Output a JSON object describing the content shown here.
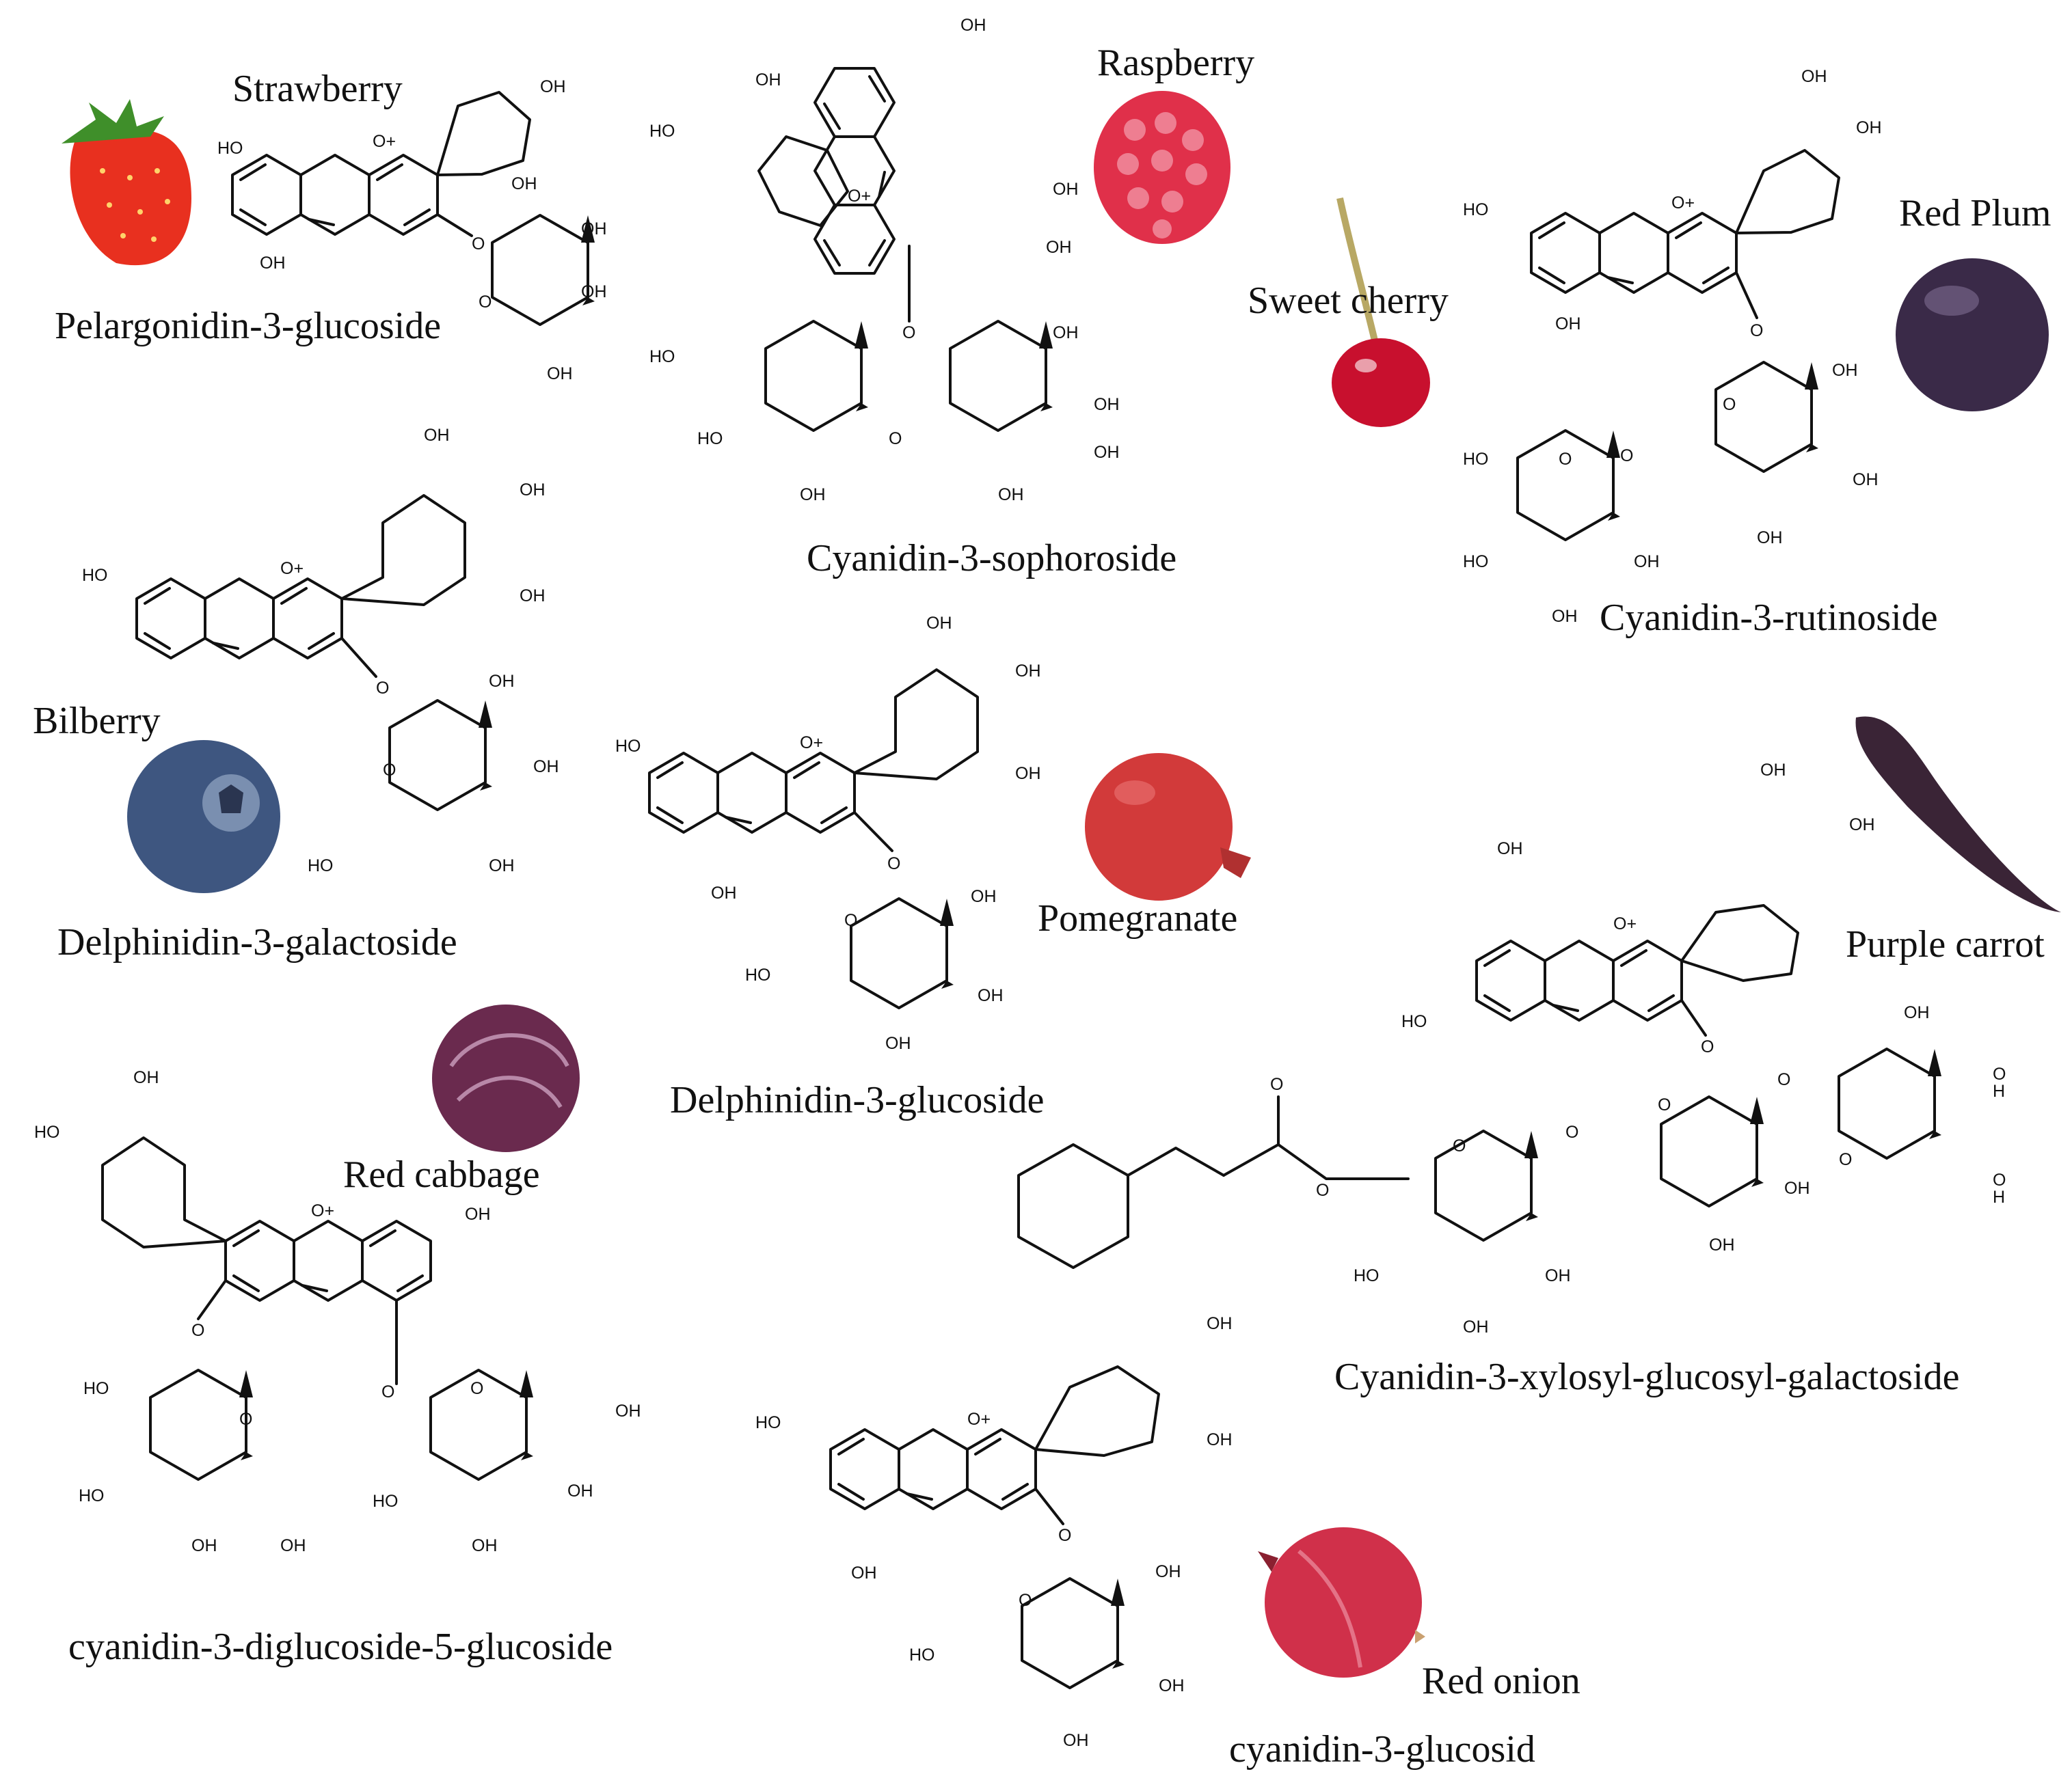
{
  "labels": {
    "strawberry": "Strawberry",
    "pelargonidin_3_glucoside": "Pelargonidin-3-glucoside",
    "raspberry": "Raspberry",
    "cyanidin_3_sophoroside": "Cyanidin-3-sophoroside",
    "sweet_cherry": "Sweet cherry",
    "red_plum": "Red Plum",
    "cyanidin_3_rutinoside": "Cyanidin-3-rutinoside",
    "bilberry": "Bilberry",
    "delphinidin_3_galactoside": "Delphinidin-3-galactoside",
    "delphinidin_3_glucoside": "Delphinidin-3-glucoside",
    "pomegranate": "Pomegranate",
    "purple_carrot": "Purple carrot",
    "cyanidin_3_xylosyl_glucosyl_galactoside": "Cyanidin-3-xylosyl-glucosyl-galactoside",
    "red_cabbage": "Red cabbage",
    "cyanidin_3_diglucoside_5_glucoside": "cyanidin-3-diglucoside-5-glucoside",
    "red_onion": "Red onion",
    "cyanidin_3_glucosid": "cyanidin-3-glucosid"
  },
  "atoms": {
    "oh": "OH",
    "ho": "HO",
    "o": "O",
    "o_plus": "O+",
    "h": "H"
  },
  "colors": {
    "strawberry": "#e8301f",
    "raspberry": "#e0304a",
    "sweet_cherry": "#c8102e",
    "red_plum": "#3a2a48",
    "bilberry": "#3e5680",
    "pomegranate": "#d23a3a",
    "purple_carrot": "#3a2436",
    "red_cabbage": "#6a2a4e",
    "red_onion": "#d0304a"
  }
}
